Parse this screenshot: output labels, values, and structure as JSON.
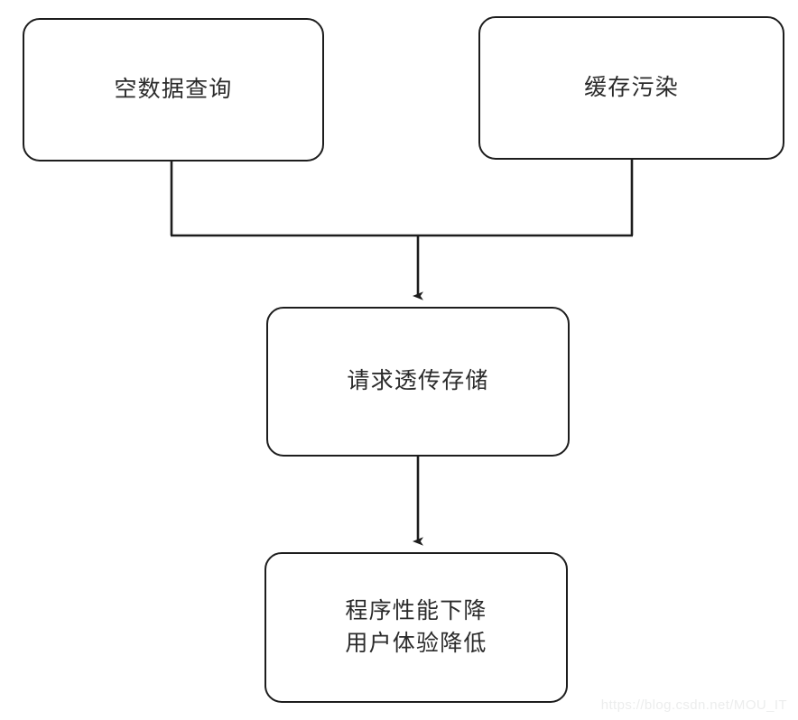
{
  "diagram": {
    "type": "flowchart",
    "background_color": "#ffffff",
    "stroke_color": "#1d1d1d",
    "text_color": "#2b2b2b",
    "nodes": [
      {
        "id": "empty-query",
        "label": "空数据查询"
      },
      {
        "id": "cache-pollution",
        "label": "缓存污染"
      },
      {
        "id": "passthrough",
        "label": "请求透传存储"
      },
      {
        "id": "impact",
        "label": "程序性能下降\n用户体验降低"
      }
    ],
    "edges": [
      {
        "from": "empty-query",
        "to": "passthrough",
        "arrow": true,
        "style": "orthogonal-merge"
      },
      {
        "from": "cache-pollution",
        "to": "passthrough",
        "arrow": true,
        "style": "orthogonal-merge"
      },
      {
        "from": "passthrough",
        "to": "impact",
        "arrow": true,
        "style": "straight"
      }
    ]
  },
  "watermark": {
    "text": "https://blog.csdn.net/MOU_IT",
    "color": "#eceded"
  }
}
